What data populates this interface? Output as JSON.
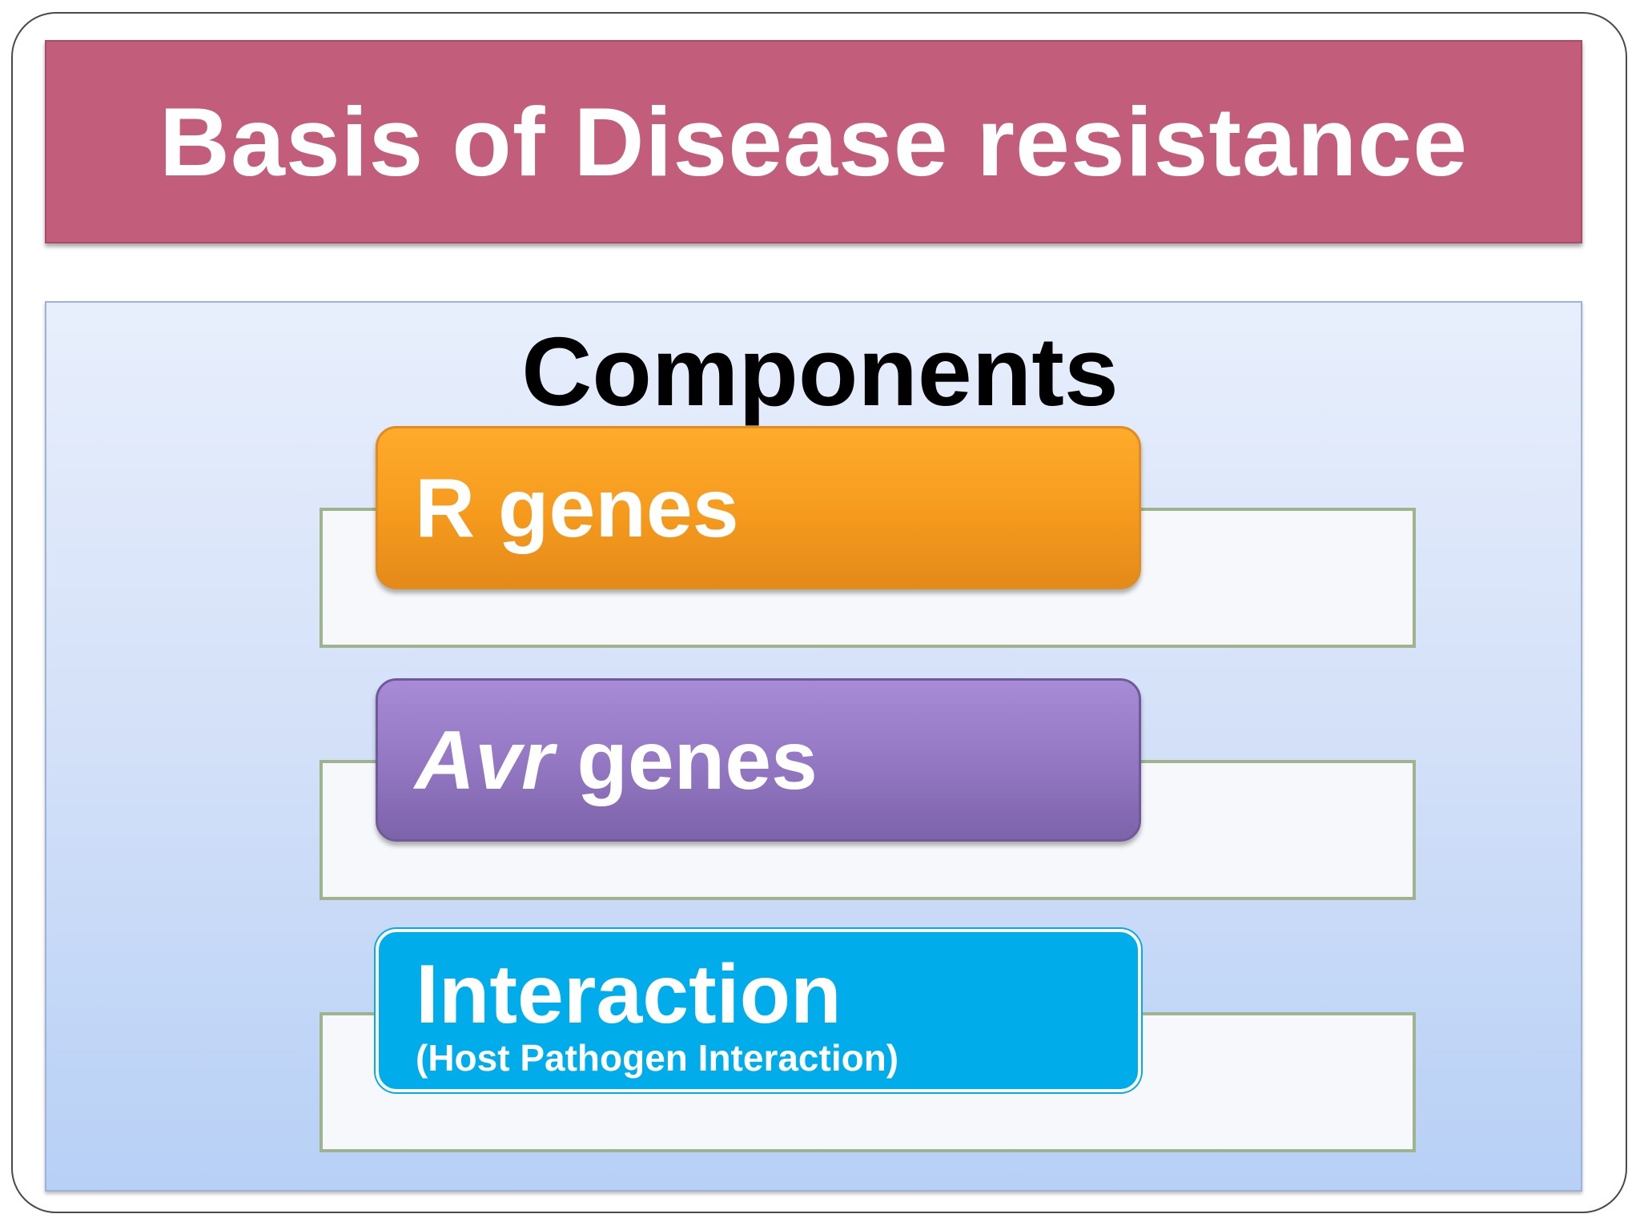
{
  "title": "Basis of Disease resistance",
  "heading": "Components",
  "components": [
    {
      "label": "R genes"
    },
    {
      "label_italic": "Avr",
      "label_rest": " genes"
    },
    {
      "label": "Interaction",
      "sublabel": "(Host Pathogen Interaction)"
    }
  ],
  "colors": {
    "title_bar": "#c25d7c",
    "r_genes": "#f59a1d",
    "avr_genes": "#9478c4",
    "interaction": "#00adea",
    "outline_box_border": "#9fb38c"
  }
}
